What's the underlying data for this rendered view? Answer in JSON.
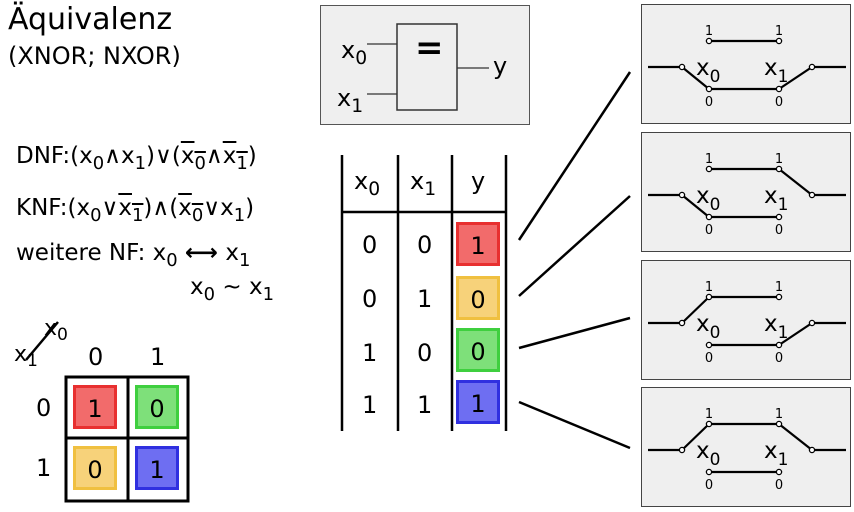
{
  "title": "Äquivalenz",
  "subtitle": "(XNOR; NXOR)",
  "gate": {
    "symbol": "=",
    "in0": "x",
    "in0_sub": "0",
    "in1": "x",
    "in1_sub": "1",
    "out": "y"
  },
  "dnf": {
    "label": "DNF:"
  },
  "knf": {
    "label": "KNF:"
  },
  "further": {
    "label": "weitere NF:"
  },
  "vars": {
    "x": "x",
    "sub0": "0",
    "sub1": "1"
  },
  "ops": {
    "and": "∧",
    "or": "∨",
    "equiv": "⟷",
    "tilde": "~",
    "open": "(",
    "close": ")"
  },
  "truth_table": {
    "headers": [
      {
        "var": "x",
        "sub": "0"
      },
      {
        "var": "x",
        "sub": "1"
      },
      {
        "var": "y",
        "sub": ""
      }
    ],
    "rows": [
      {
        "x0": "0",
        "x1": "0",
        "y": "1",
        "color": "#f26b6b"
      },
      {
        "x0": "0",
        "x1": "1",
        "y": "0",
        "color": "#f7d27a"
      },
      {
        "x0": "1",
        "x1": "0",
        "y": "0",
        "color": "#7ee07a"
      },
      {
        "x0": "1",
        "x1": "1",
        "y": "1",
        "color": "#6e6ef2"
      }
    ]
  },
  "kmap": {
    "col_var": {
      "var": "x",
      "sub": "0"
    },
    "row_var": {
      "var": "x",
      "sub": "1"
    },
    "col_labels": [
      "0",
      "1"
    ],
    "row_labels": [
      "0",
      "1"
    ],
    "cells": [
      [
        "1",
        "0"
      ],
      [
        "0",
        "1"
      ]
    ]
  },
  "switch_panels": {
    "top_label": "1",
    "bottom_label": "0",
    "x0": {
      "var": "x",
      "sub": "0"
    },
    "x1": {
      "var": "x",
      "sub": "1"
    },
    "states": [
      "0-0",
      "0-1",
      "1-0",
      "1-1"
    ]
  },
  "colors": {
    "red": "#f26b6b",
    "red_border": "#e83030",
    "yellow": "#f7d27a",
    "yellow_border": "#f0c040",
    "green": "#7ee07a",
    "green_border": "#3fcf3f",
    "blue": "#6e6ef2",
    "blue_border": "#3030e0"
  }
}
